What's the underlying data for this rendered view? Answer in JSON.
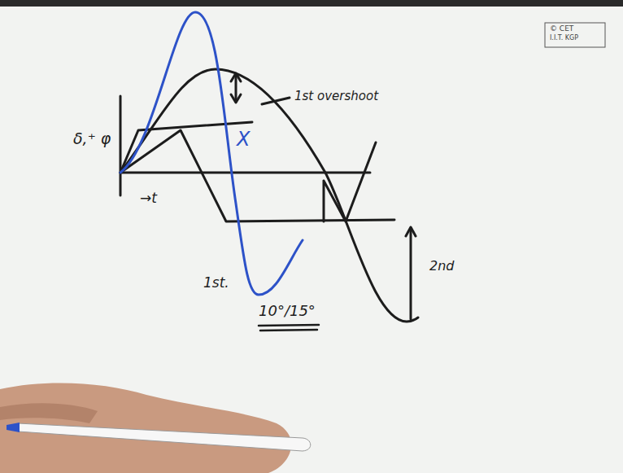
{
  "diagram": {
    "labels": [
      "δ,⁺ φ",
      "→t",
      "1st overshoot",
      "X",
      "1st.",
      "10°/15°",
      "2nd",
      "© CET",
      "I.I.T. KGP"
    ]
  }
}
